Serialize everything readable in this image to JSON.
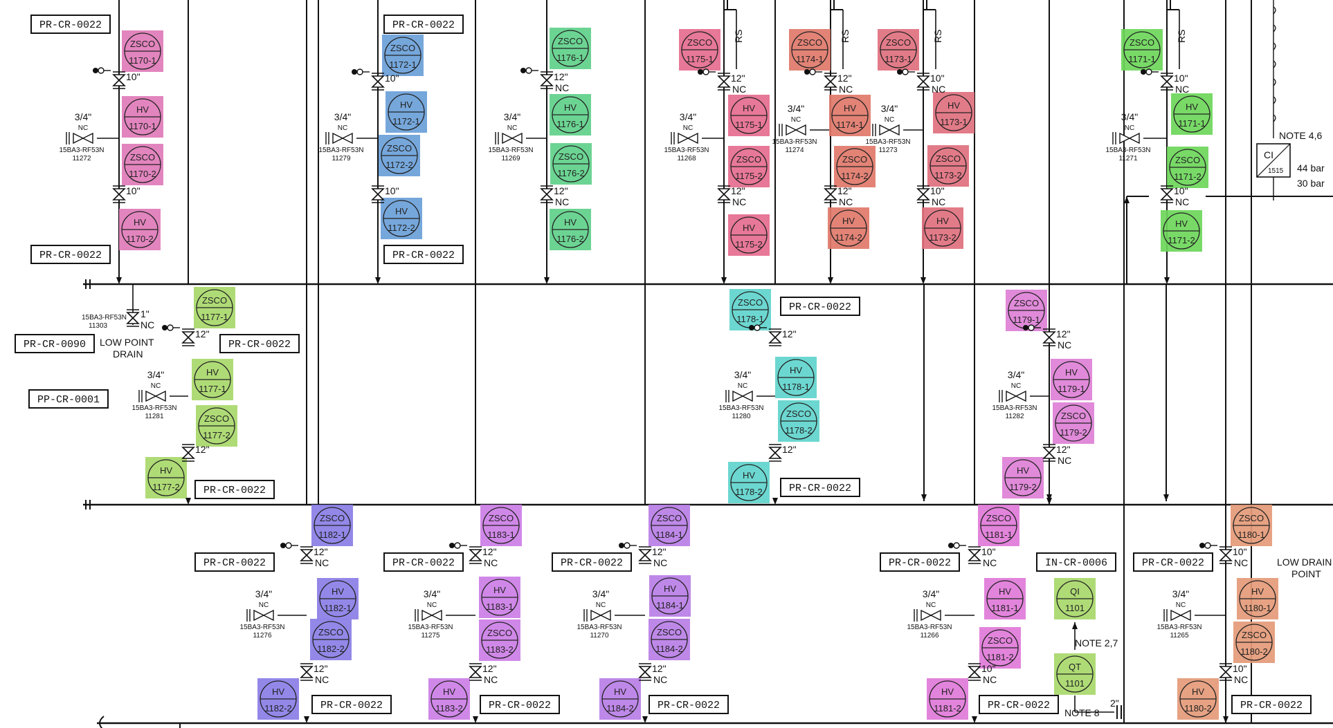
{
  "line_refs": [
    {
      "id": "r1",
      "text": "PR-CR-0022"
    },
    {
      "id": "r2",
      "text": "PR-CR-0022"
    },
    {
      "id": "r3",
      "text": "PR-CR-0022"
    },
    {
      "id": "r4",
      "text": "PR-CR-0022"
    },
    {
      "id": "r5",
      "text": "PR-CR-0090"
    },
    {
      "id": "r6",
      "text": "PR-CR-0022"
    },
    {
      "id": "r7",
      "text": "PP-CR-0001"
    },
    {
      "id": "r8",
      "text": "PR-CR-0022"
    },
    {
      "id": "r9",
      "text": "PR-CR-0022"
    },
    {
      "id": "r10",
      "text": "PR-CR-0022"
    },
    {
      "id": "r11",
      "text": "PR-CR-0022"
    },
    {
      "id": "r12",
      "text": "PR-CR-0022"
    },
    {
      "id": "r13",
      "text": "PR-CR-0022"
    },
    {
      "id": "r14",
      "text": "PR-CR-0022"
    },
    {
      "id": "r15",
      "text": "IN-CR-0006"
    },
    {
      "id": "r16",
      "text": "PR-CR-0022"
    },
    {
      "id": "r17",
      "text": "PR-CR-0022"
    },
    {
      "id": "r18",
      "text": "PR-CR-0022"
    },
    {
      "id": "r19",
      "text": "PR-CR-0022"
    },
    {
      "id": "r20",
      "text": "PR-CR-0022"
    },
    {
      "id": "r21",
      "text": "PR-CR-0022"
    }
  ],
  "tags": [
    {
      "l1": "ZSCO",
      "l2": "1170-1",
      "color": "#e07bb8"
    },
    {
      "l1": "HV",
      "l2": "1170-1",
      "color": "#e07bb8"
    },
    {
      "l1": "ZSCO",
      "l2": "1170-2",
      "color": "#e07bb8"
    },
    {
      "l1": "HV",
      "l2": "1170-2",
      "color": "#e07bb8"
    },
    {
      "l1": "ZSCO",
      "l2": "1172-1",
      "color": "#6a9fd8"
    },
    {
      "l1": "HV",
      "l2": "1172-1",
      "color": "#6a9fd8"
    },
    {
      "l1": "ZSCO",
      "l2": "1172-2",
      "color": "#6a9fd8"
    },
    {
      "l1": "HV",
      "l2": "1172-2",
      "color": "#6a9fd8"
    },
    {
      "l1": "ZSCO",
      "l2": "1176-1",
      "color": "#5fd08a"
    },
    {
      "l1": "HV",
      "l2": "1176-1",
      "color": "#5fd08a"
    },
    {
      "l1": "ZSCO",
      "l2": "1176-2",
      "color": "#5fd08a"
    },
    {
      "l1": "HV",
      "l2": "1176-2",
      "color": "#5fd08a"
    },
    {
      "l1": "ZSCO",
      "l2": "1175-1",
      "color": "#e56c8e"
    },
    {
      "l1": "HV",
      "l2": "1175-1",
      "color": "#e56c8e"
    },
    {
      "l1": "ZSCO",
      "l2": "1175-2",
      "color": "#e56c8e"
    },
    {
      "l1": "HV",
      "l2": "1175-2",
      "color": "#e56c8e"
    },
    {
      "l1": "ZSCO",
      "l2": "1174-1",
      "color": "#e0786a"
    },
    {
      "l1": "HV",
      "l2": "1174-1",
      "color": "#e0786a"
    },
    {
      "l1": "ZSCO",
      "l2": "1174-2",
      "color": "#e0786a"
    },
    {
      "l1": "HV",
      "l2": "1174-2",
      "color": "#e0786a"
    },
    {
      "l1": "ZSCO",
      "l2": "1173-1",
      "color": "#e0707e"
    },
    {
      "l1": "HV",
      "l2": "1173-1",
      "color": "#e0707e"
    },
    {
      "l1": "ZSCO",
      "l2": "1173-2",
      "color": "#e0707e"
    },
    {
      "l1": "HV",
      "l2": "1173-2",
      "color": "#e0707e"
    },
    {
      "l1": "ZSCO",
      "l2": "1171-1",
      "color": "#6cd65a"
    },
    {
      "l1": "HV",
      "l2": "1171-1",
      "color": "#6cd65a"
    },
    {
      "l1": "ZSCO",
      "l2": "1171-2",
      "color": "#6cd65a"
    },
    {
      "l1": "HV",
      "l2": "1171-2",
      "color": "#6cd65a"
    },
    {
      "l1": "ZSCO",
      "l2": "1177-1",
      "color": "#a8d86a"
    },
    {
      "l1": "HV",
      "l2": "1177-1",
      "color": "#a8d86a"
    },
    {
      "l1": "ZSCO",
      "l2": "1177-2",
      "color": "#a8d86a"
    },
    {
      "l1": "HV",
      "l2": "1177-2",
      "color": "#a8d86a"
    },
    {
      "l1": "ZSCO",
      "l2": "1178-1",
      "color": "#5fd4cc"
    },
    {
      "l1": "HV",
      "l2": "1178-1",
      "color": "#5fd4cc"
    },
    {
      "l1": "ZSCO",
      "l2": "1178-2",
      "color": "#5fd4cc"
    },
    {
      "l1": "HV",
      "l2": "1178-2",
      "color": "#5fd4cc"
    },
    {
      "l1": "ZSCO",
      "l2": "1179-1",
      "color": "#dd80d6"
    },
    {
      "l1": "HV",
      "l2": "1179-1",
      "color": "#dd80d6"
    },
    {
      "l1": "ZSCO",
      "l2": "1179-2",
      "color": "#dd80d6"
    },
    {
      "l1": "HV",
      "l2": "1179-2",
      "color": "#dd80d6"
    },
    {
      "l1": "ZSCO",
      "l2": "1182-1",
      "color": "#8a7ee6"
    },
    {
      "l1": "HV",
      "l2": "1182-1",
      "color": "#8a7ee6"
    },
    {
      "l1": "ZSCO",
      "l2": "1182-2",
      "color": "#8a7ee6"
    },
    {
      "l1": "HV",
      "l2": "1182-2",
      "color": "#8a7ee6"
    },
    {
      "l1": "ZSCO",
      "l2": "1183-1",
      "color": "#cc7ee6"
    },
    {
      "l1": "HV",
      "l2": "1183-1",
      "color": "#cc7ee6"
    },
    {
      "l1": "ZSCO",
      "l2": "1183-2",
      "color": "#cc7ee6"
    },
    {
      "l1": "HV",
      "l2": "1183-2",
      "color": "#cc7ee6"
    },
    {
      "l1": "ZSCO",
      "l2": "1184-1",
      "color": "#b87ee6"
    },
    {
      "l1": "HV",
      "l2": "1184-1",
      "color": "#b87ee6"
    },
    {
      "l1": "ZSCO",
      "l2": "1184-2",
      "color": "#b87ee6"
    },
    {
      "l1": "HV",
      "l2": "1184-2",
      "color": "#b87ee6"
    },
    {
      "l1": "ZSCO",
      "l2": "1181-1",
      "color": "#e07ad8"
    },
    {
      "l1": "HV",
      "l2": "1181-1",
      "color": "#e07ad8"
    },
    {
      "l1": "ZSCO",
      "l2": "1181-2",
      "color": "#e07ad8"
    },
    {
      "l1": "HV",
      "l2": "1181-2",
      "color": "#e07ad8"
    },
    {
      "l1": "QI",
      "l2": "1101",
      "color": "#a8d86a"
    },
    {
      "l1": "QT",
      "l2": "1101",
      "color": "#a8d86a"
    },
    {
      "l1": "ZSCO",
      "l2": "1180-1",
      "color": "#e49a78"
    },
    {
      "l1": "HV",
      "l2": "1180-1",
      "color": "#e49a78"
    },
    {
      "l1": "ZSCO",
      "l2": "1180-2",
      "color": "#e49a78"
    },
    {
      "l1": "HV",
      "l2": "1180-2",
      "color": "#e49a78"
    }
  ],
  "valves": [
    {
      "size": "10\"",
      "nc": ""
    },
    {
      "size": "10\"",
      "nc": ""
    },
    {
      "size": "10\"",
      "nc": ""
    },
    {
      "size": "10\"",
      "nc": ""
    },
    {
      "size": "12\"",
      "nc": "NC"
    },
    {
      "size": "12\"",
      "nc": "NC"
    },
    {
      "size": "12\"",
      "nc": "NC"
    },
    {
      "size": "12\"",
      "nc": "NC"
    },
    {
      "size": "12\"",
      "nc": "NC"
    },
    {
      "size": "12\"",
      "nc": "NC"
    },
    {
      "size": "10\"",
      "nc": "NC"
    },
    {
      "size": "10\"",
      "nc": "NC"
    },
    {
      "size": "10\"",
      "nc": "NC"
    },
    {
      "size": "10\"",
      "nc": "NC"
    },
    {
      "size": "12\"",
      "nc": ""
    },
    {
      "size": "12\"",
      "nc": ""
    },
    {
      "size": "12\"",
      "nc": ""
    },
    {
      "size": "12\"",
      "nc": ""
    },
    {
      "size": "12\"",
      "nc": "NC"
    },
    {
      "size": "12\"",
      "nc": "NC"
    },
    {
      "size": "12\"",
      "nc": "NC"
    },
    {
      "size": "12\"",
      "nc": "NC"
    },
    {
      "size": "12\"",
      "nc": "NC"
    },
    {
      "size": "12\"",
      "nc": "NC"
    },
    {
      "size": "12\"",
      "nc": "NC"
    },
    {
      "size": "12\"",
      "nc": "NC"
    },
    {
      "size": "10\"",
      "nc": "NC"
    },
    {
      "size": "10\"",
      "nc": "NC"
    },
    {
      "size": "10\"",
      "nc": "NC"
    },
    {
      "size": "10\"",
      "nc": "NC"
    }
  ],
  "drains": [
    {
      "size": "3/4\"",
      "nc": "NC",
      "spec": "15BA3-RF53N",
      "num": "11272"
    },
    {
      "size": "3/4\"",
      "nc": "NC",
      "spec": "15BA3-RF53N",
      "num": "11279"
    },
    {
      "size": "3/4\"",
      "nc": "NC",
      "spec": "15BA3-RF53N",
      "num": "11269"
    },
    {
      "size": "3/4\"",
      "nc": "NC",
      "spec": "15BA3-RF53N",
      "num": "11268"
    },
    {
      "size": "3/4\"",
      "nc": "NC",
      "spec": "15BA3-RF53N",
      "num": "11274"
    },
    {
      "size": "3/4\"",
      "nc": "NC",
      "spec": "15BA3-RF53N",
      "num": "11273"
    },
    {
      "size": "3/4\"",
      "nc": "NC",
      "spec": "15BA3-RF53N",
      "num": "11271"
    },
    {
      "size": "3/4\"",
      "nc": "NC",
      "spec": "15BA3-RF53N",
      "num": "11281"
    },
    {
      "size": "3/4\"",
      "nc": "NC",
      "spec": "15BA3-RF53N",
      "num": "11280"
    },
    {
      "size": "3/4\"",
      "nc": "NC",
      "spec": "15BA3-RF53N",
      "num": "11282"
    },
    {
      "size": "3/4\"",
      "nc": "NC",
      "spec": "15BA3-RF53N",
      "num": "11276"
    },
    {
      "size": "3/4\"",
      "nc": "NC",
      "spec": "15BA3-RF53N",
      "num": "11275"
    },
    {
      "size": "3/4\"",
      "nc": "NC",
      "spec": "15BA3-RF53N",
      "num": "11270"
    },
    {
      "size": "3/4\"",
      "nc": "NC",
      "spec": "15BA3-RF53N",
      "num": "11266"
    },
    {
      "size": "3/4\"",
      "nc": "NC",
      "spec": "15BA3-RF53N",
      "num": "11265"
    }
  ],
  "low_point_drain": {
    "spec": "15BA3-RF53N",
    "num": "11303",
    "size": "1\"",
    "nc": "NC",
    "label1": "LOW  POINT",
    "label2": "DRAIN"
  },
  "low_drain_point": {
    "label1": "LOW  DRAIN",
    "label2": "POINT"
  },
  "rs_labels": [
    "RS",
    "RS",
    "RS",
    "RS"
  ],
  "notes": {
    "n46": "NOTE 4,6",
    "n27": "NOTE 2,7",
    "n8": "NOTE 8",
    "size2": "2\"",
    "ci_l1": "CI",
    "ci_l2": "1515",
    "bar44": "44 bar",
    "bar30": "30 bar"
  }
}
